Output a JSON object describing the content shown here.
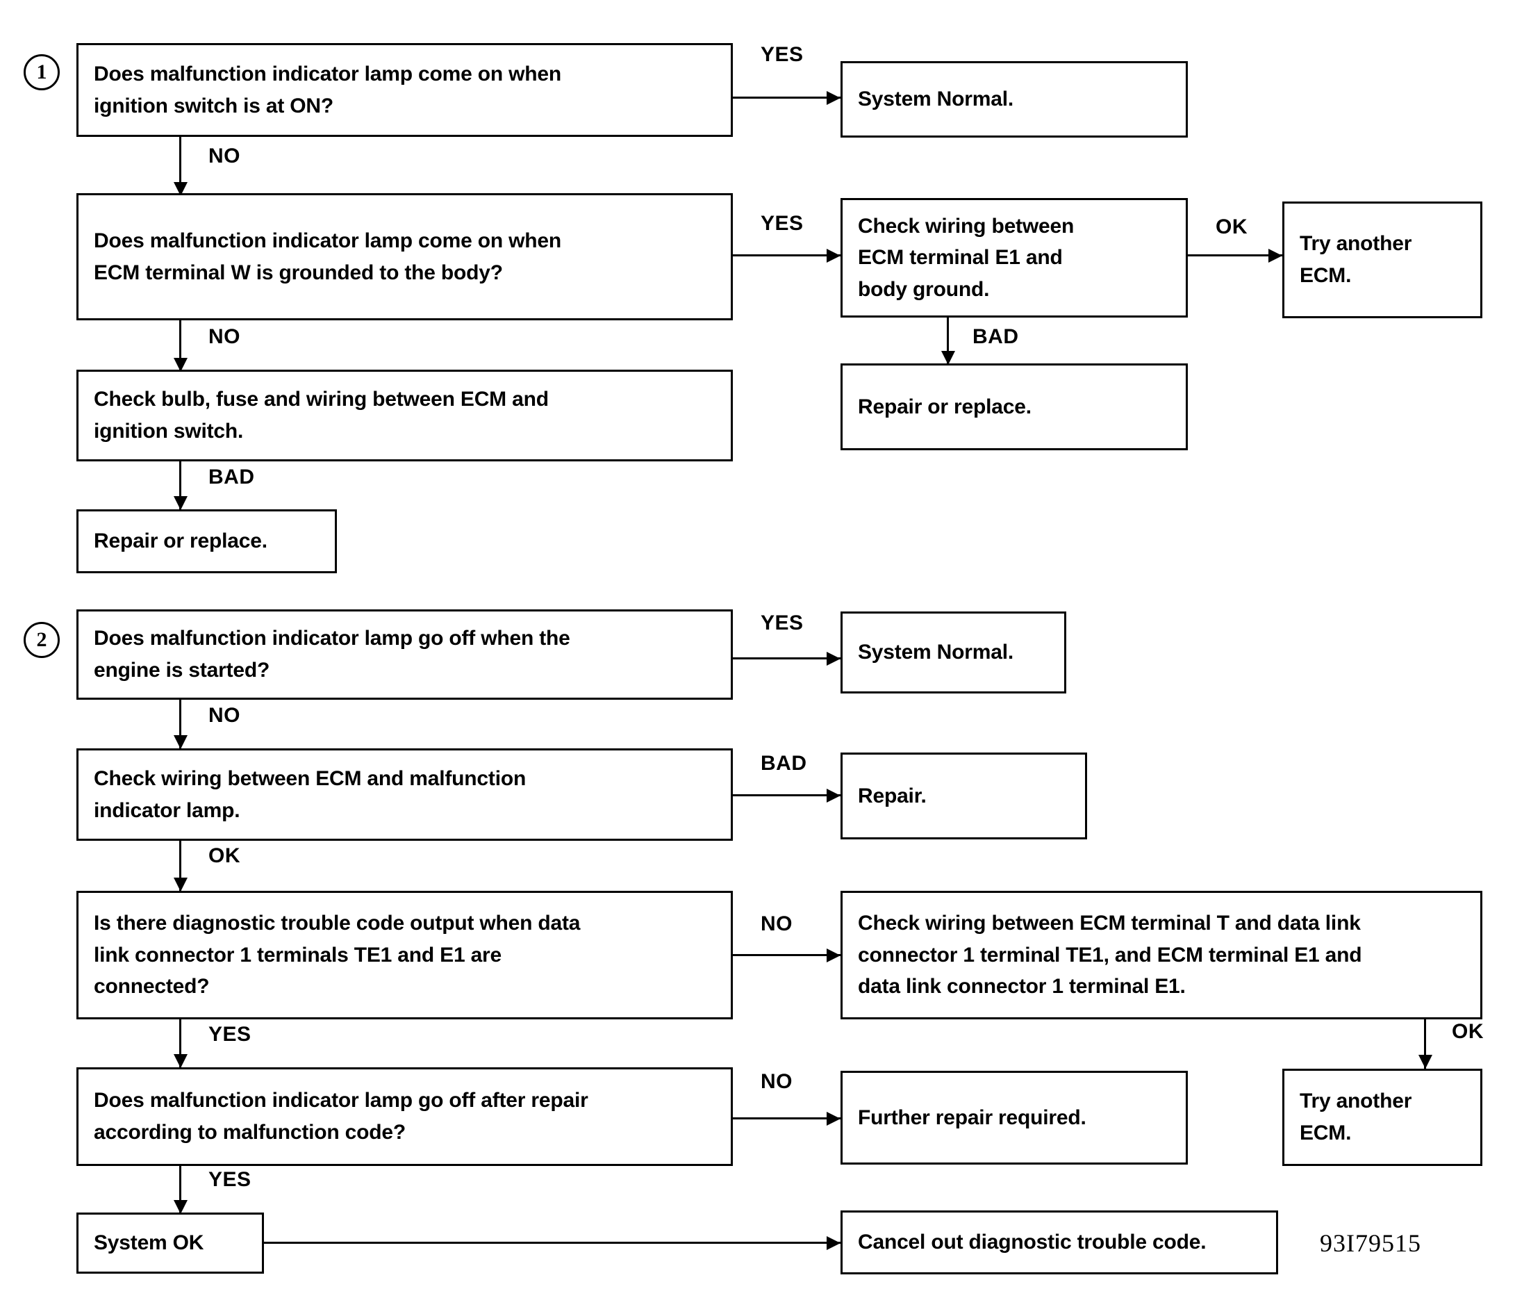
{
  "document": {
    "drawing_code": "93I79515"
  },
  "sections": [
    {
      "number": "1",
      "boxes": {
        "q1": "Does malfunction indicator lamp come on when\nignition switch is at ON?",
        "q1_yes_result": "System Normal.",
        "q2": "Does malfunction indicator lamp come on when\nECM terminal W is grounded to the body?",
        "q2_yes_check": "Check wiring between\nECM terminal E1 and\nbody ground.",
        "q2_ok_result": "Try another\nECM.",
        "q2_bad_result": "Repair or replace.",
        "q3_check": "Check bulb, fuse and wiring between ECM and\nignition switch.",
        "q3_bad_result": "Repair or replace."
      },
      "edges": {
        "q1_yes": "YES",
        "q1_no": "NO",
        "q2_yes": "YES",
        "q2_no": "NO",
        "q2_ok": "OK",
        "q2_bad": "BAD",
        "q3_bad": "BAD"
      }
    },
    {
      "number": "2",
      "boxes": {
        "q1": "Does malfunction indicator lamp go off when the\nengine is started?",
        "q1_yes_result": "System Normal.",
        "q2_check": "Check wiring between ECM and malfunction\nindicator lamp.",
        "q2_bad_result": "Repair.",
        "q3": "Is there diagnostic trouble code output when data\nlink connector 1 terminals TE1 and E1 are\nconnected?",
        "q3_no_check": "Check wiring between ECM terminal T and data link\nconnector 1 terminal TE1, and ECM terminal E1 and\ndata link connector 1 terminal E1.",
        "q3_ok_result": "Try another\nECM.",
        "q4": "Does malfunction indicator lamp go off after repair\naccording to malfunction code?",
        "q4_no_result": "Further repair required.",
        "q4_yes_result": "System OK",
        "final_result": "Cancel out diagnostic trouble code."
      },
      "edges": {
        "q1_yes": "YES",
        "q1_no": "NO",
        "q2_bad": "BAD",
        "q2_ok": "OK",
        "q3_no": "NO",
        "q3_yes": "YES",
        "q3_ok": "OK",
        "q4_no": "NO",
        "q4_yes": "YES"
      }
    }
  ]
}
